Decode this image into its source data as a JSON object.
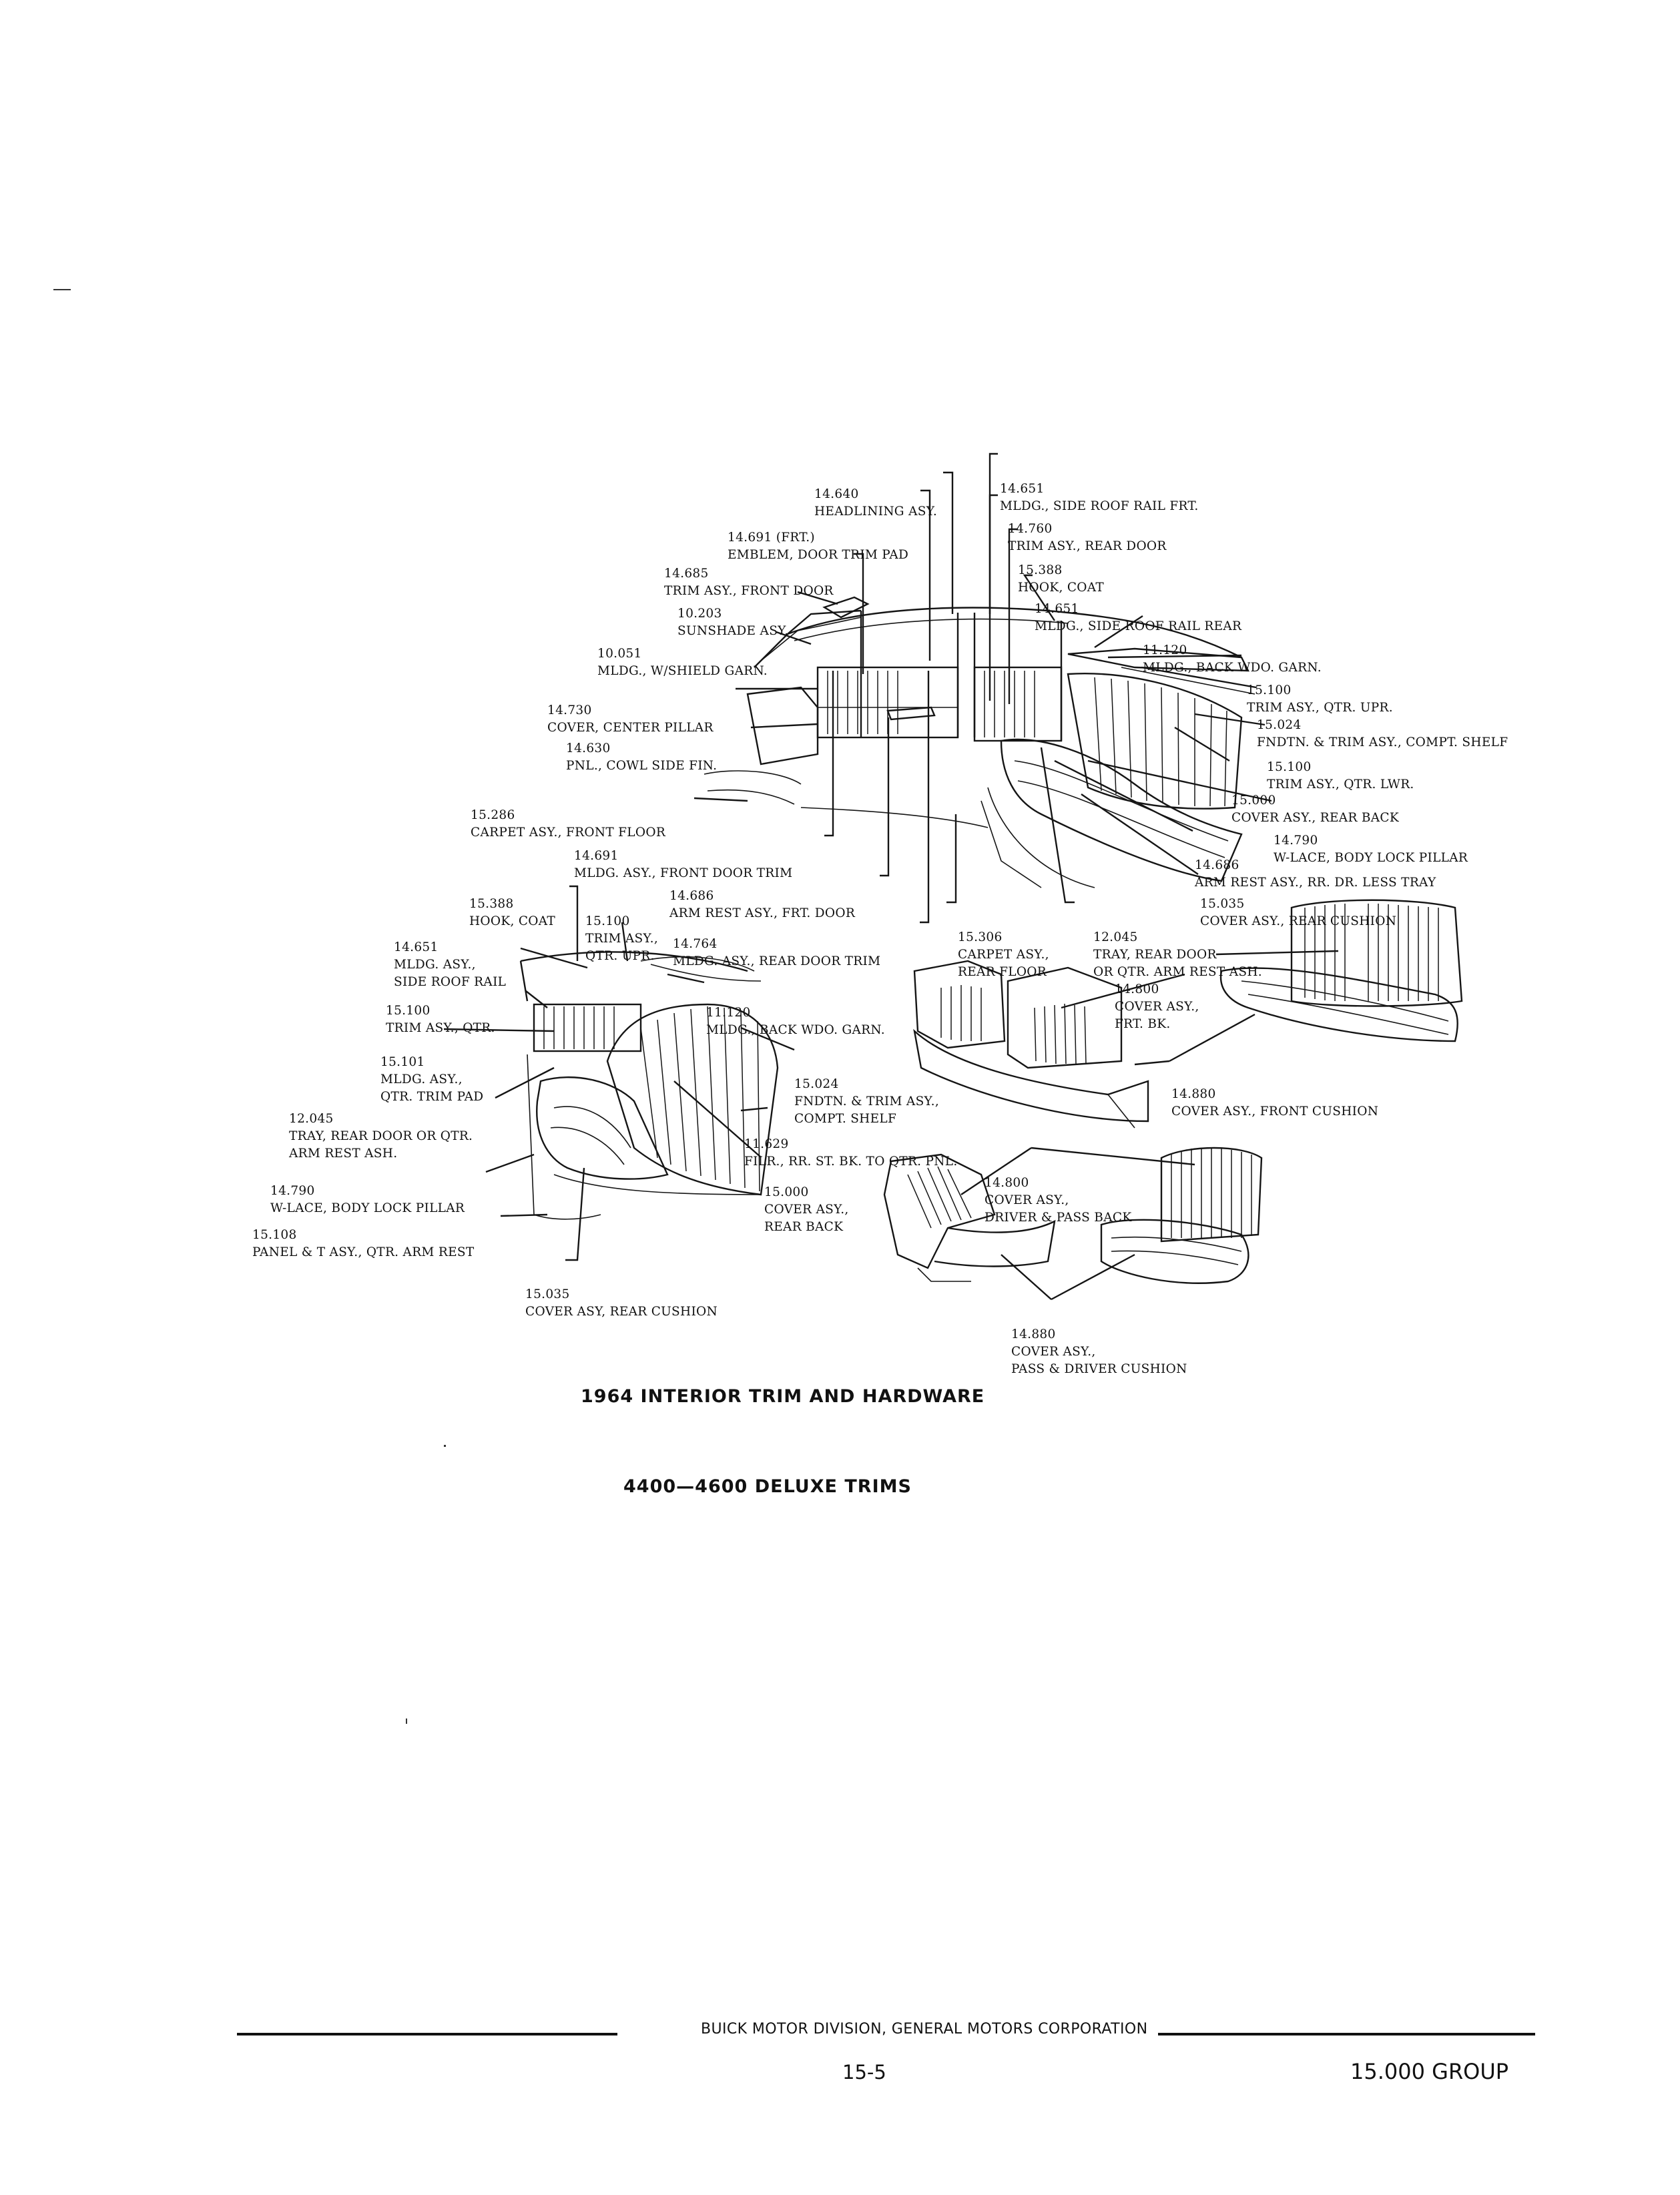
{
  "diagram": {
    "caption": {
      "line1": "1964 INTERIOR TRIM AND HARDWARE",
      "line2": "4400—4600 DELUXE TRIMS"
    },
    "callouts": [
      {
        "id": "c01",
        "code": "14.640",
        "desc": "HEADLINING ASY."
      },
      {
        "id": "c02",
        "code": "14.691 (FRT.)",
        "desc": "EMBLEM, DOOR TRIM PAD"
      },
      {
        "id": "c03",
        "code": "14.685",
        "desc": "TRIM ASY., FRONT DOOR"
      },
      {
        "id": "c04",
        "code": "10.203",
        "desc": "SUNSHADE ASY."
      },
      {
        "id": "c05",
        "code": "10.051",
        "desc": "MLDG., W/SHIELD GARN."
      },
      {
        "id": "c06",
        "code": "14.730",
        "desc": "COVER, CENTER PILLAR"
      },
      {
        "id": "c07",
        "code": "14.630",
        "desc": "PNL., COWL SIDE FIN."
      },
      {
        "id": "c08",
        "code": "15.286",
        "desc": "CARPET ASY., FRONT FLOOR"
      },
      {
        "id": "c09",
        "code": "14.691",
        "desc": "MLDG. ASY., FRONT DOOR TRIM"
      },
      {
        "id": "c10",
        "code": "14.686",
        "desc": "ARM REST ASY., FRT. DOOR"
      },
      {
        "id": "c11",
        "code": "14.764",
        "desc": "MLDG. ASY., REAR DOOR TRIM"
      },
      {
        "id": "c12",
        "code": "14.651",
        "desc": "MLDG., SIDE ROOF RAIL FRT."
      },
      {
        "id": "c13",
        "code": "14.760",
        "desc": "TRIM ASY., REAR DOOR"
      },
      {
        "id": "c14",
        "code": "15.388",
        "desc": "HOOK, COAT"
      },
      {
        "id": "c15",
        "code": "14.651",
        "desc": "MLDG., SIDE ROOF RAIL REAR"
      },
      {
        "id": "c16",
        "code": "11.120",
        "desc": "MLDG., BACK WDO. GARN."
      },
      {
        "id": "c17",
        "code": "15.100",
        "desc": "TRIM ASY., QTR. UPR."
      },
      {
        "id": "c18",
        "code": "15.024",
        "desc": "FNDTN. & TRIM ASY., COMPT. SHELF"
      },
      {
        "id": "c19",
        "code": "15.100",
        "desc": "TRIM ASY., QTR. LWR."
      },
      {
        "id": "c20",
        "code": "15.000",
        "desc": "COVER ASY., REAR BACK"
      },
      {
        "id": "c21",
        "code": "14.790",
        "desc": "W-LACE, BODY LOCK PILLAR"
      },
      {
        "id": "c22",
        "code": "14.686",
        "desc": "ARM REST ASY., RR. DR. LESS TRAY"
      },
      {
        "id": "c23",
        "code": "15.035",
        "desc": "COVER ASY., REAR CUSHION"
      },
      {
        "id": "c24",
        "code": "15.306",
        "desc1": "CARPET ASY.,",
        "desc2": "REAR FLOOR"
      },
      {
        "id": "c25",
        "code": "12.045",
        "desc1": "TRAY, REAR DOOR",
        "desc2": "OR QTR. ARM REST ASH."
      },
      {
        "id": "c26",
        "code": "15.388",
        "desc": "HOOK, COAT"
      },
      {
        "id": "c27",
        "code": "15.100",
        "desc1": "TRIM ASY.,",
        "desc2": "QTR. UPR."
      },
      {
        "id": "c28",
        "code": "14.651",
        "desc1": "MLDG. ASY.,",
        "desc2": "SIDE ROOF RAIL"
      },
      {
        "id": "c29",
        "code": "15.100",
        "desc": "TRIM ASY., QTR."
      },
      {
        "id": "c30",
        "code": "11.120",
        "desc": "MLDG., BACK WDO. GARN."
      },
      {
        "id": "c31",
        "code": "15.101",
        "desc1": "MLDG. ASY.,",
        "desc2": "QTR. TRIM PAD"
      },
      {
        "id": "c32",
        "code": "12.045",
        "desc1": "TRAY, REAR DOOR OR QTR.",
        "desc2": "ARM REST ASH."
      },
      {
        "id": "c33",
        "code": "15.024",
        "desc1": "FNDTN. & TRIM ASY.,",
        "desc2": "COMPT. SHELF"
      },
      {
        "id": "c34",
        "code": "11.629",
        "desc": "FILR., RR. ST. BK. TO QTR. PNL."
      },
      {
        "id": "c35",
        "code": "14.790",
        "desc": "W-LACE, BODY LOCK PILLAR"
      },
      {
        "id": "c36",
        "code": "15.000",
        "desc1": "COVER ASY.,",
        "desc2": "REAR BACK"
      },
      {
        "id": "c37",
        "code": "15.108",
        "desc": "PANEL & T ASY., QTR. ARM REST"
      },
      {
        "id": "c38",
        "code": "15.035",
        "desc": "COVER ASY, REAR CUSHION"
      },
      {
        "id": "c39",
        "code": "14.800",
        "desc1": "COVER ASY.,",
        "desc2": "FRT. BK."
      },
      {
        "id": "c40",
        "code": "14.880",
        "desc": "COVER ASY., FRONT CUSHION"
      },
      {
        "id": "c41",
        "code": "14.800",
        "desc1": "COVER ASY.,",
        "desc2": "DRIVER & PASS BACK"
      },
      {
        "id": "c42",
        "code": "14.880",
        "desc1": "COVER ASY.,",
        "desc2": "PASS & DRIVER CUSHION"
      }
    ]
  },
  "footer": {
    "division": "BUICK MOTOR DIVISION, GENERAL MOTORS CORPORATION",
    "page_number": "15-5",
    "group": "15.000 GROUP"
  }
}
